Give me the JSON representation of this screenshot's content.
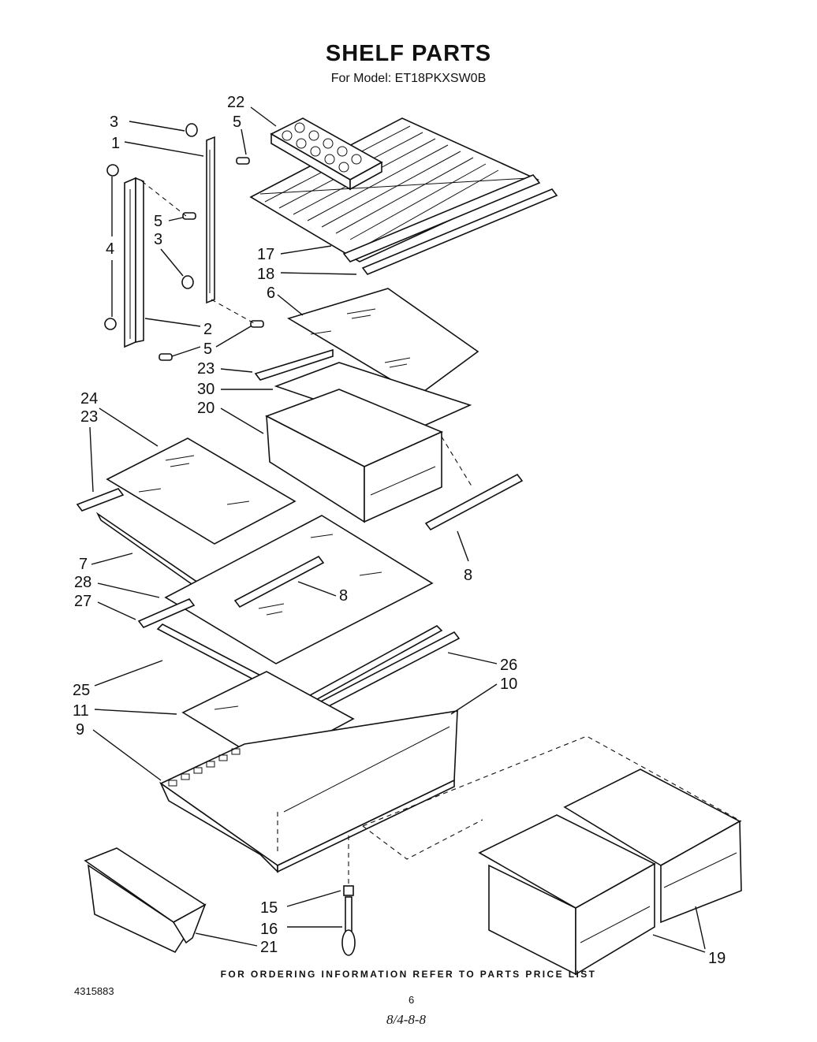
{
  "header": {
    "title": "SHELF PARTS",
    "subtitle": "For Model: ET18PKXSW0B"
  },
  "callouts": [
    "22",
    "5",
    "3",
    "1",
    "5",
    "3",
    "4",
    "17",
    "18",
    "6",
    "2",
    "5",
    "23",
    "30",
    "20",
    "24",
    "23",
    "8",
    "7",
    "28",
    "8",
    "27",
    "26",
    "25",
    "10",
    "11",
    "9",
    "15",
    "16",
    "21",
    "19"
  ],
  "footer": {
    "ordering_note": "FOR ORDERING INFORMATION REFER TO PARTS PRICE LIST",
    "doc_number": "4315883",
    "page_number": "6",
    "handwritten_note": "8/4-8-8"
  }
}
